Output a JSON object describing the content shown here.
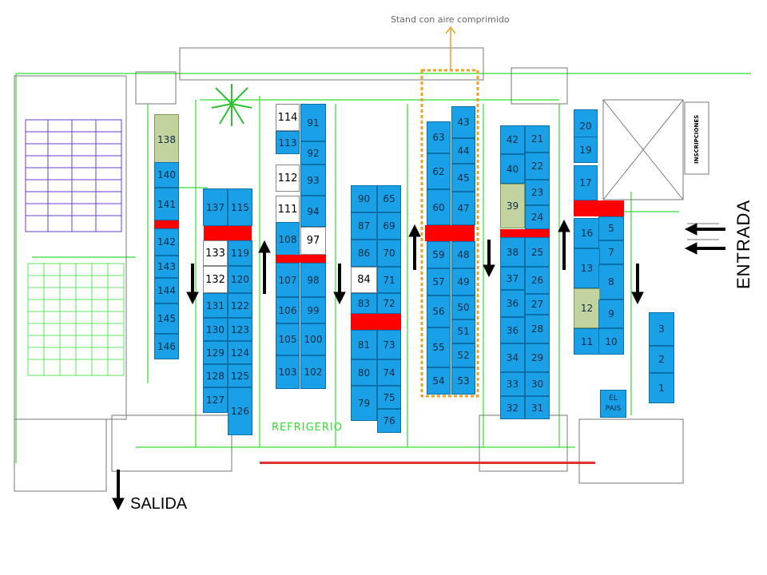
{
  "title": "Stand con aire comprimido",
  "entrance_label": "ENTRADA",
  "exit_label": "SALIDA",
  "registration_label": "INSCRIPCIONES",
  "refrigeration_label": "REFRIGERIO",
  "colors": {
    "stand": "#1aa0e6",
    "stand_special": "#c3d3a0",
    "highlight_border": "#f0a020",
    "blocked": "#ff0000",
    "floor_lines": "#33dd33"
  },
  "stands": [
    {
      "id": "138",
      "type": "special"
    },
    {
      "id": "140"
    },
    {
      "id": "141"
    },
    {
      "id": "142"
    },
    {
      "id": "143"
    },
    {
      "id": "144"
    },
    {
      "id": "145"
    },
    {
      "id": "146"
    },
    {
      "id": "137"
    },
    {
      "id": "115"
    },
    {
      "id": "133",
      "type": "plain"
    },
    {
      "id": "119"
    },
    {
      "id": "132",
      "type": "plain"
    },
    {
      "id": "120"
    },
    {
      "id": "131"
    },
    {
      "id": "122"
    },
    {
      "id": "130"
    },
    {
      "id": "123"
    },
    {
      "id": "129"
    },
    {
      "id": "124"
    },
    {
      "id": "128"
    },
    {
      "id": "125"
    },
    {
      "id": "127"
    },
    {
      "id": "126"
    },
    {
      "id": "114",
      "type": "plain"
    },
    {
      "id": "91"
    },
    {
      "id": "113"
    },
    {
      "id": "92"
    },
    {
      "id": "112",
      "type": "plain"
    },
    {
      "id": "93"
    },
    {
      "id": "111",
      "type": "plain"
    },
    {
      "id": "94"
    },
    {
      "id": "108"
    },
    {
      "id": "97",
      "type": "plain"
    },
    {
      "id": "107"
    },
    {
      "id": "98"
    },
    {
      "id": "106"
    },
    {
      "id": "99"
    },
    {
      "id": "105"
    },
    {
      "id": "100"
    },
    {
      "id": "103"
    },
    {
      "id": "102"
    },
    {
      "id": "90"
    },
    {
      "id": "65"
    },
    {
      "id": "87"
    },
    {
      "id": "69"
    },
    {
      "id": "86"
    },
    {
      "id": "70"
    },
    {
      "id": "84",
      "type": "plain"
    },
    {
      "id": "71"
    },
    {
      "id": "83"
    },
    {
      "id": "72"
    },
    {
      "id": "81"
    },
    {
      "id": "73"
    },
    {
      "id": "80"
    },
    {
      "id": "74"
    },
    {
      "id": "79"
    },
    {
      "id": "75"
    },
    {
      "id": "76"
    },
    {
      "id": "63"
    },
    {
      "id": "43"
    },
    {
      "id": "44"
    },
    {
      "id": "62"
    },
    {
      "id": "45"
    },
    {
      "id": "60"
    },
    {
      "id": "47"
    },
    {
      "id": "59"
    },
    {
      "id": "48"
    },
    {
      "id": "57"
    },
    {
      "id": "49"
    },
    {
      "id": "56"
    },
    {
      "id": "50"
    },
    {
      "id": "51"
    },
    {
      "id": "55"
    },
    {
      "id": "52"
    },
    {
      "id": "54"
    },
    {
      "id": "53"
    },
    {
      "id": "42"
    },
    {
      "id": "21"
    },
    {
      "id": "40"
    },
    {
      "id": "22"
    },
    {
      "id": "23"
    },
    {
      "id": "39",
      "type": "special"
    },
    {
      "id": "24"
    },
    {
      "id": "38"
    },
    {
      "id": "25"
    },
    {
      "id": "37"
    },
    {
      "id": "26"
    },
    {
      "id": "36"
    },
    {
      "id": "27"
    },
    {
      "id": "36"
    },
    {
      "id": "28"
    },
    {
      "id": "34"
    },
    {
      "id": "29"
    },
    {
      "id": "33"
    },
    {
      "id": "30"
    },
    {
      "id": "32"
    },
    {
      "id": "31"
    },
    {
      "id": "20"
    },
    {
      "id": "19"
    },
    {
      "id": "17"
    },
    {
      "id": "16"
    },
    {
      "id": "5"
    },
    {
      "id": "7"
    },
    {
      "id": "13"
    },
    {
      "id": "8"
    },
    {
      "id": "12",
      "type": "special"
    },
    {
      "id": "9"
    },
    {
      "id": "11"
    },
    {
      "id": "10"
    },
    {
      "id": "3"
    },
    {
      "id": "2"
    },
    {
      "id": "1"
    },
    {
      "id": "EL PAIS",
      "type": "label"
    }
  ]
}
